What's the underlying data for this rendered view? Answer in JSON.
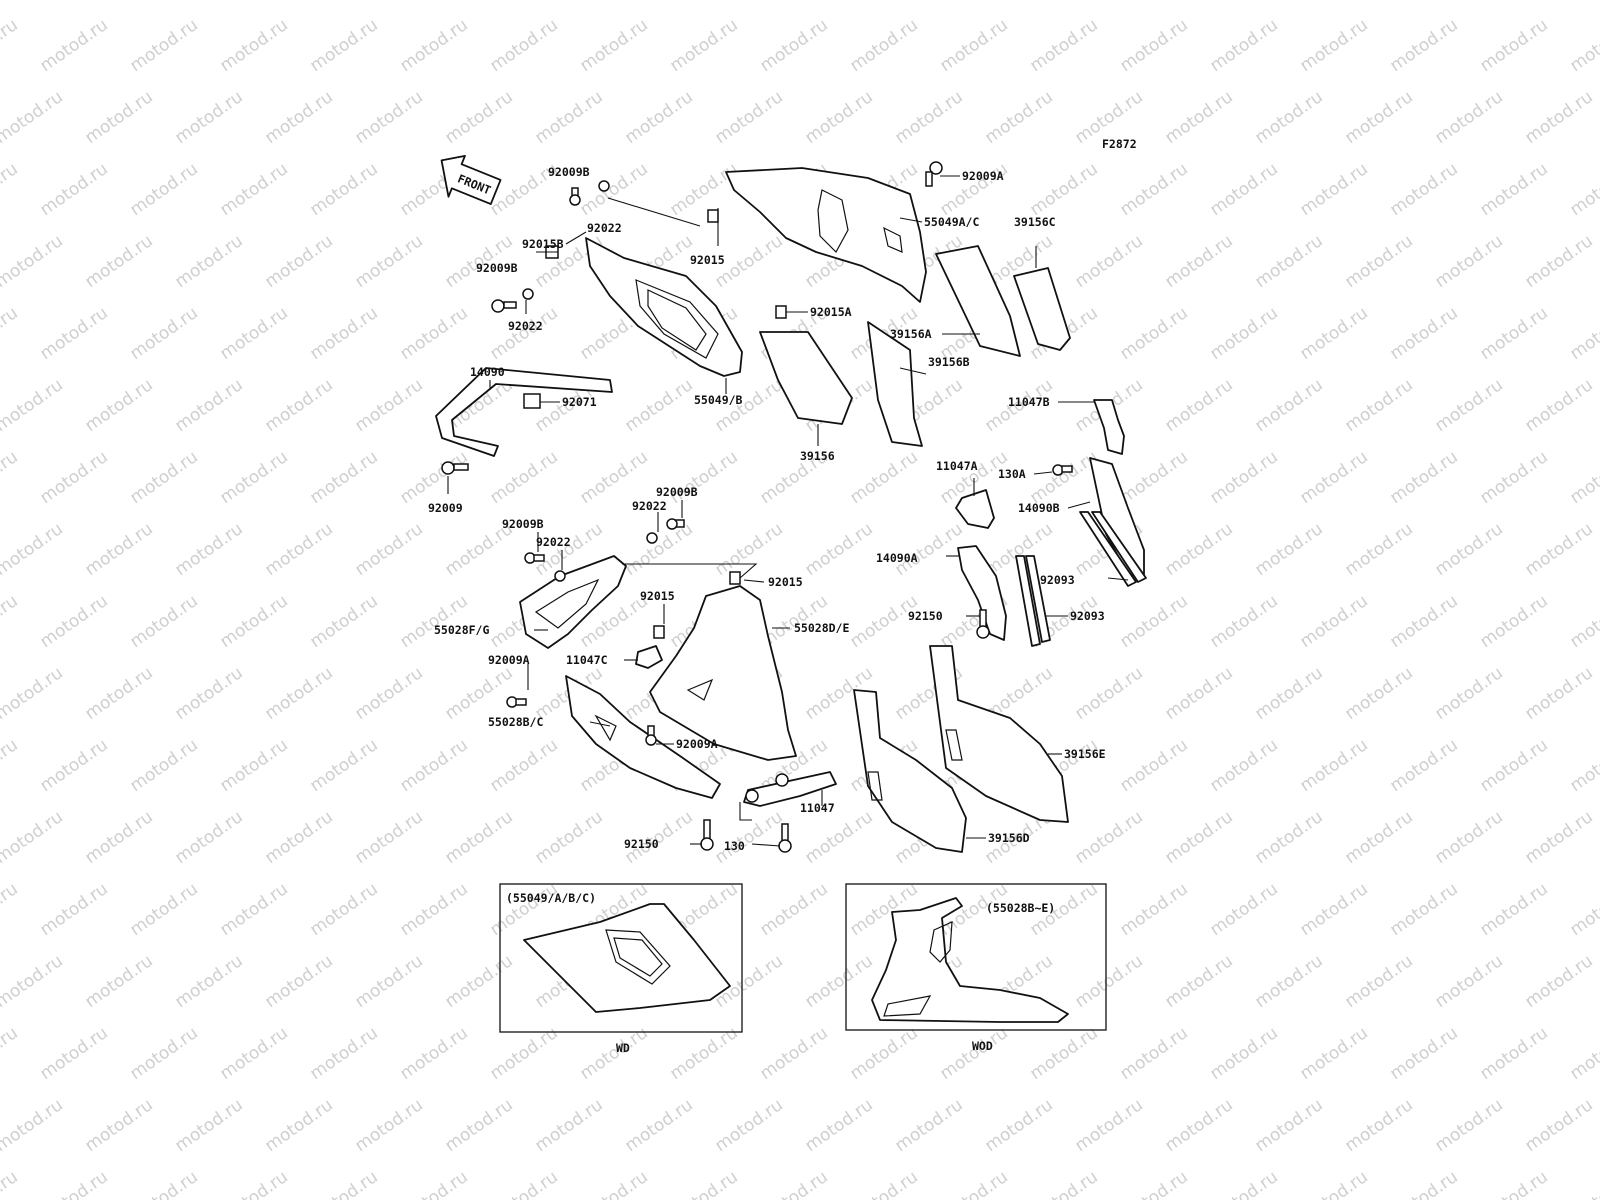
{
  "figure_code": "F2872",
  "front_label": "FRONT",
  "watermark_text": "motod.ru",
  "colors": {
    "line": "#111111",
    "watermark": "#cfcfcf",
    "background": "#ffffff"
  },
  "callouts": {
    "c92009B_a": "92009B",
    "c92022_a": "92022",
    "c92015_a": "92015",
    "c92015B": "92015B",
    "c92009B_b": "92009B",
    "c92022_b": "92022",
    "c92009A_a": "92009A",
    "c55049AC": "55049A/C",
    "c39156C": "39156C",
    "c92015A": "92015A",
    "c39156A": "39156A",
    "c39156B": "39156B",
    "c55049B": "55049/B",
    "c14090": "14090",
    "c92071": "92071",
    "c39156": "39156",
    "c92009": "92009",
    "c11047B": "11047B",
    "c130A": "130A",
    "c11047A": "11047A",
    "c14090B": "14090B",
    "c92009B_c": "92009B",
    "c92022_c": "92022",
    "c92009B_d": "92009B",
    "c92022_d": "92022",
    "c92015_b": "92015",
    "c92015_c": "92015",
    "c55028FG": "55028F/G",
    "c55028DE": "55028D/E",
    "c14090A": "14090A",
    "c92093_a": "92093",
    "c92150_a": "92150",
    "c92093_b": "92093",
    "c11047C": "11047C",
    "c92009A_b": "92009A",
    "c55028BC": "55028B/C",
    "c92009A_c": "92009A",
    "c11047": "11047",
    "c92150_b": "92150",
    "c130": "130",
    "c39156E": "39156E",
    "c39156D": "39156D"
  },
  "insets": {
    "wd": {
      "title": "(55049/A/B/C)",
      "caption": "WD"
    },
    "wod": {
      "title": "(55028B~E)",
      "caption": "WOD"
    }
  }
}
